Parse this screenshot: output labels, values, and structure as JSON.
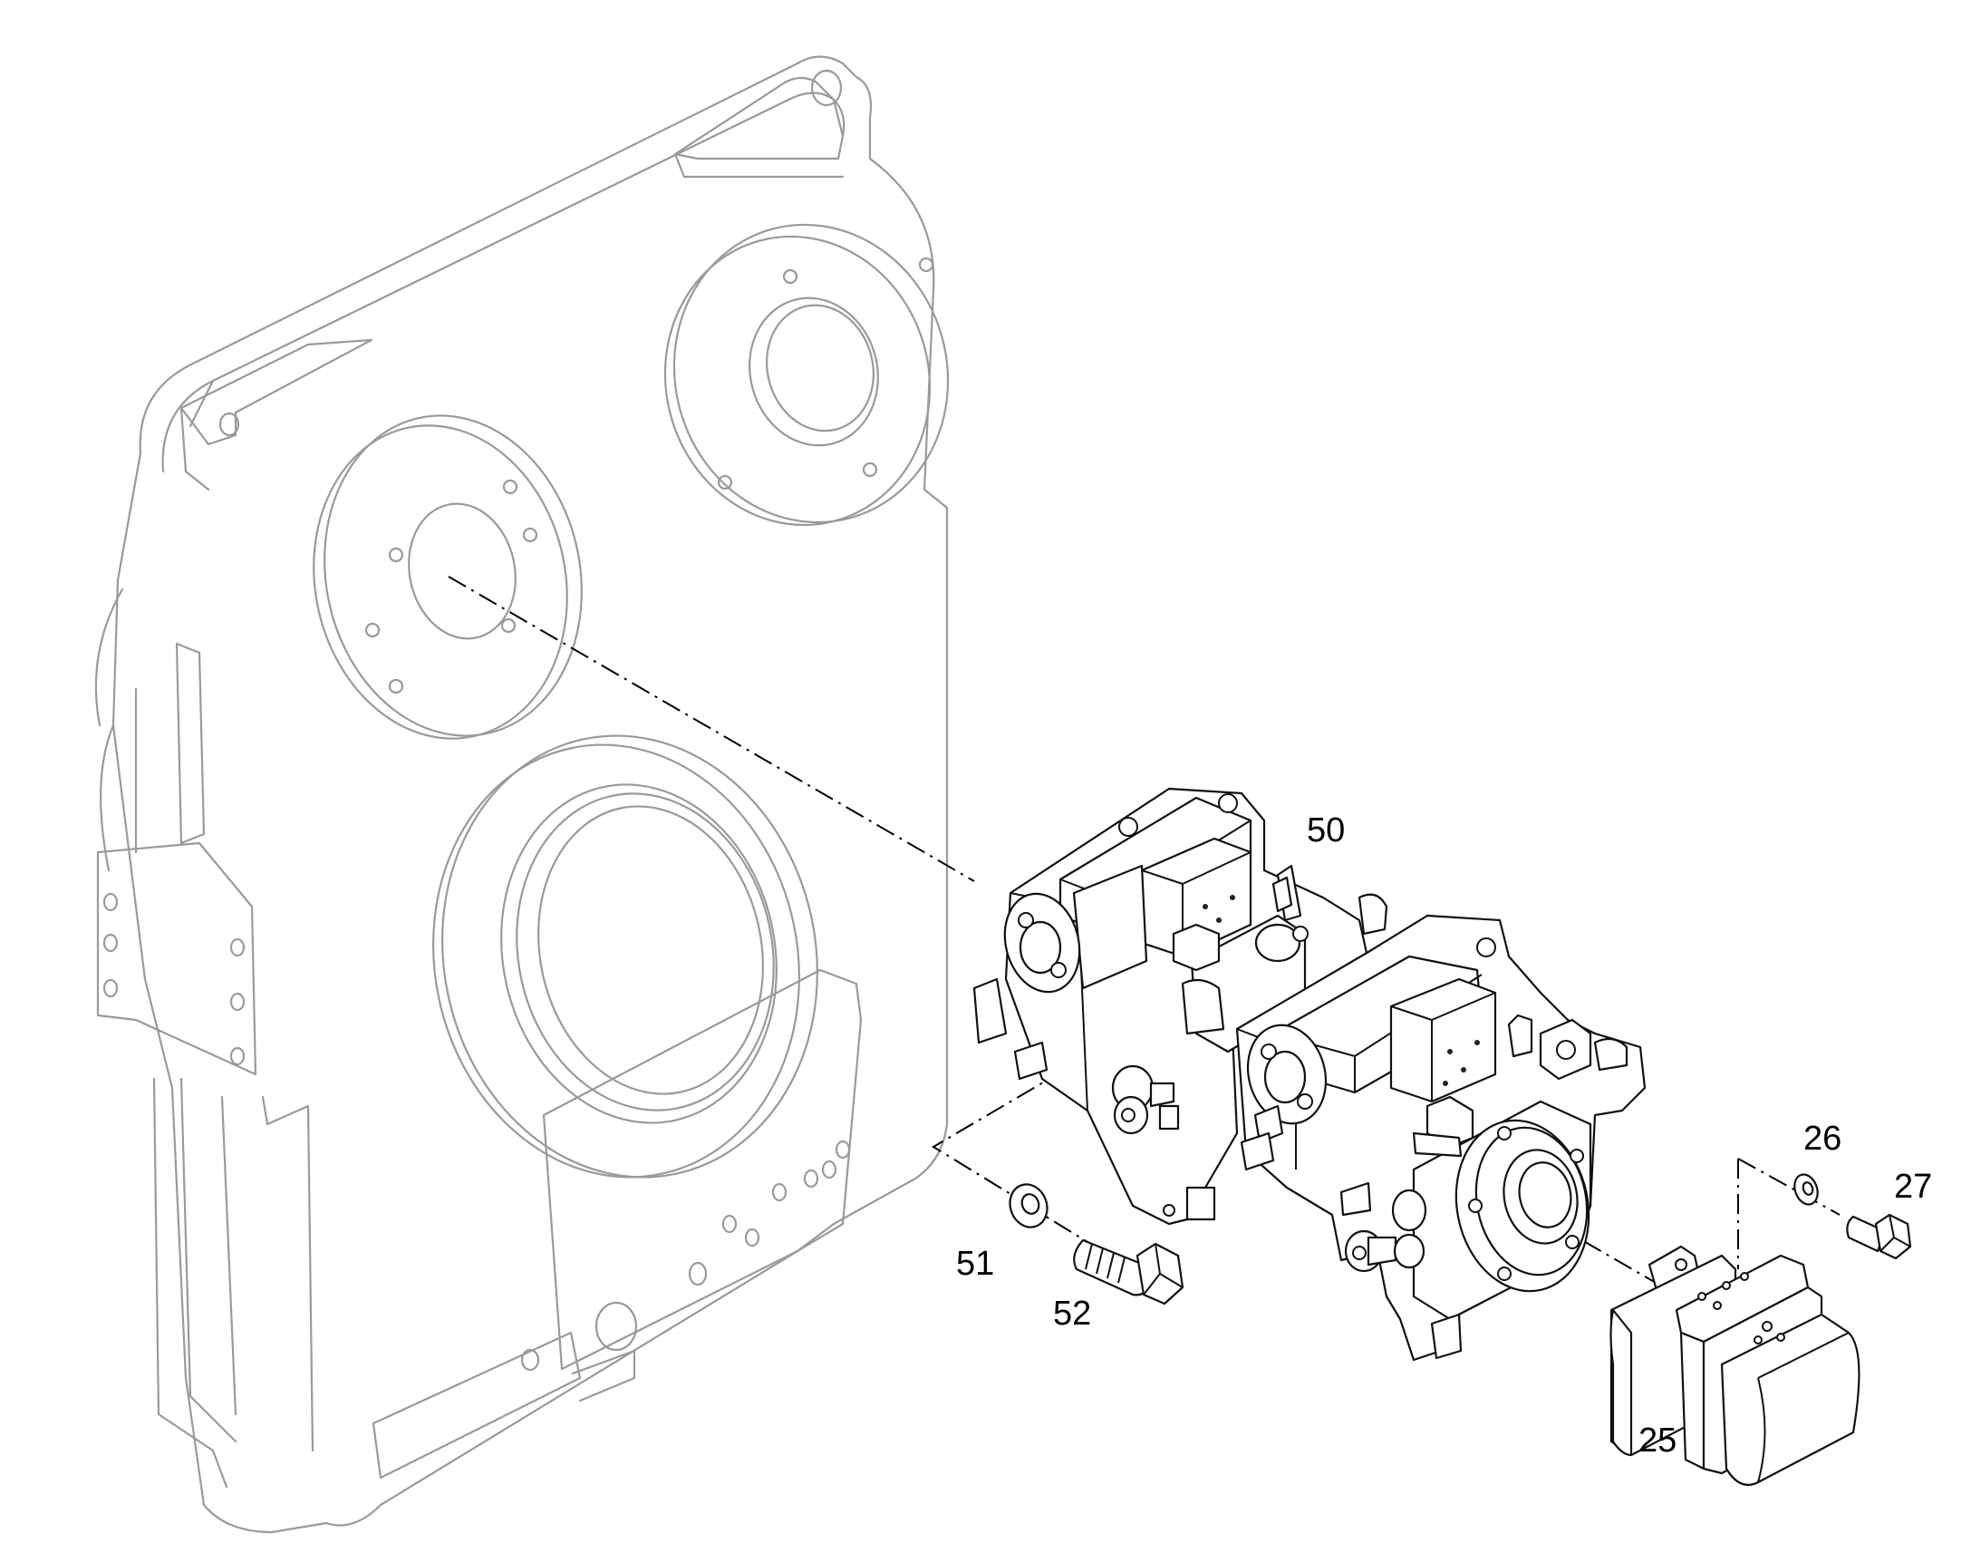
{
  "callouts": {
    "p50": "50",
    "p51": "51",
    "p52": "52",
    "p25": "25",
    "p26": "26",
    "p27": "27"
  }
}
